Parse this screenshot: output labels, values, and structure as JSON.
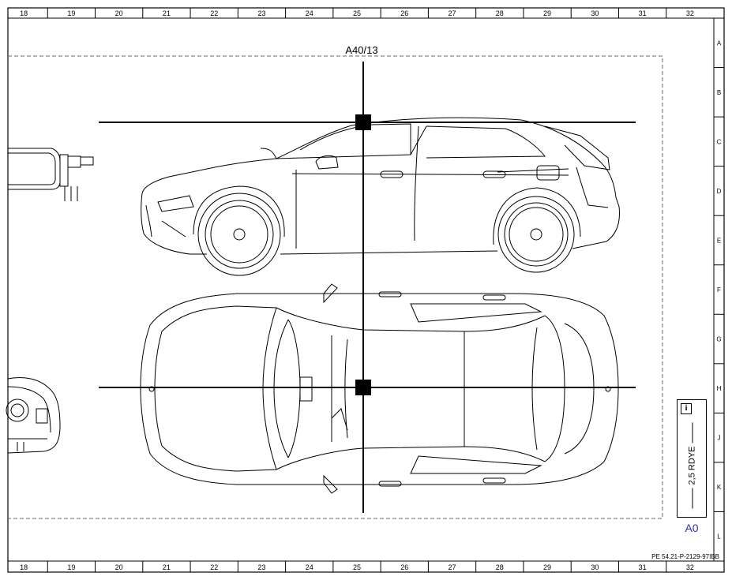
{
  "grid": {
    "columns": [
      "18",
      "19",
      "20",
      "21",
      "22",
      "23",
      "24",
      "25",
      "26",
      "27",
      "28",
      "29",
      "30",
      "31",
      "32"
    ],
    "rows": [
      "A",
      "B",
      "C",
      "D",
      "E",
      "F",
      "G",
      "H",
      "J",
      "K",
      "L"
    ]
  },
  "component": {
    "label": "A40/13"
  },
  "wire": {
    "text": "2,5 RDYE",
    "icon": "info-icon"
  },
  "connector": {
    "label": "A0",
    "color": "#2632b8"
  },
  "reference_code": "PE 54.21-P-2129-97IBB"
}
